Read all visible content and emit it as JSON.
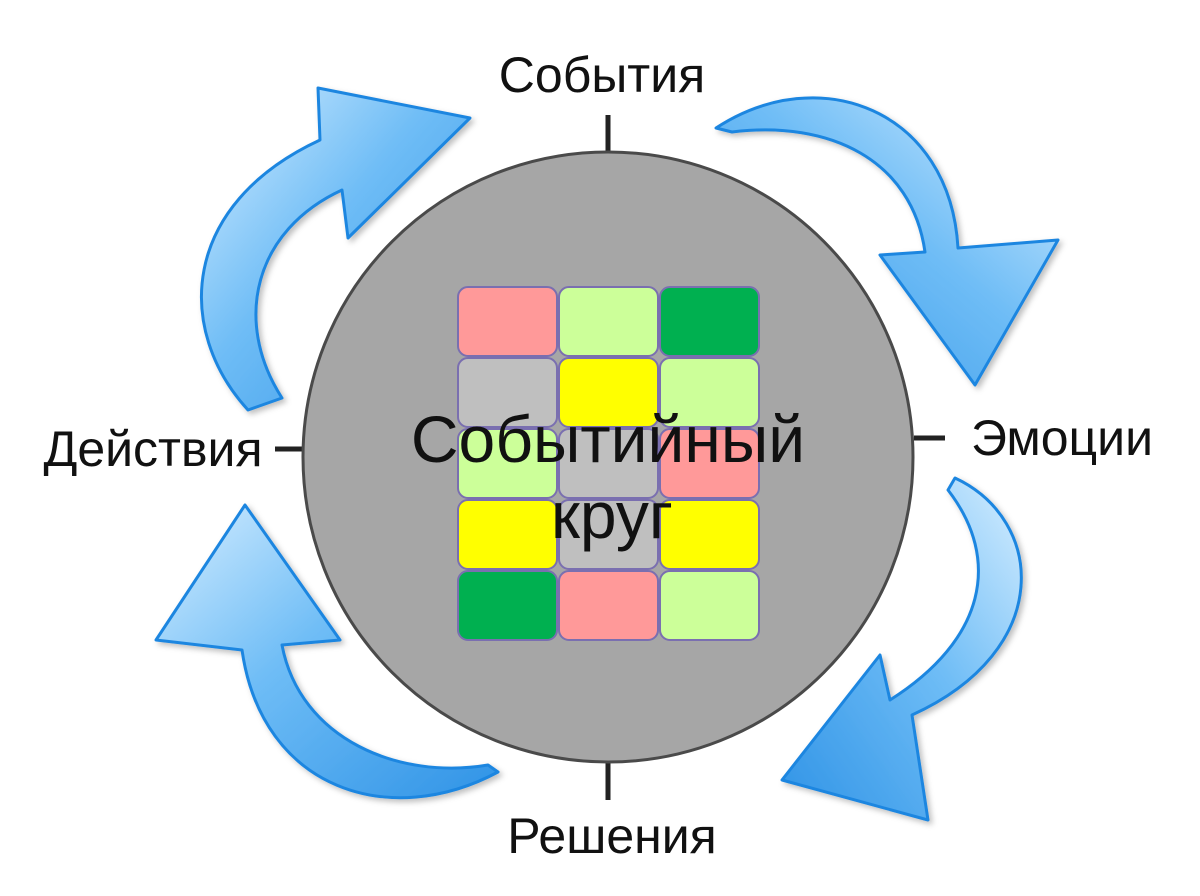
{
  "diagram": {
    "center_title": [
      "Событийный",
      "круг"
    ],
    "nodes": {
      "top": "События",
      "right": "Эмоции",
      "bottom": "Решения",
      "left": "Действия"
    },
    "colors": {
      "circle_fill": "#a6a6a6",
      "circle_stroke": "#4a4a4a",
      "arrow_light": "#a9d8fb",
      "arrow_dark": "#3ca0ef",
      "arrow_outline": "#1f86e0",
      "tile_border": "#7a6fb0"
    },
    "grid": {
      "rows": [
        [
          "pink",
          "lightgreen",
          "darkgreen"
        ],
        [
          "gray",
          "yellow",
          "lightgreen"
        ],
        [
          "lightgreen",
          "gray",
          "pink"
        ],
        [
          "yellow",
          "gray",
          "yellow"
        ],
        [
          "darkgreen",
          "pink",
          "lightgreen"
        ]
      ],
      "palette": {
        "pink": "#ff9999",
        "lightgreen": "#ccff99",
        "darkgreen": "#00b050",
        "gray": "#bfbfbf",
        "yellow": "#ffff00"
      }
    }
  }
}
